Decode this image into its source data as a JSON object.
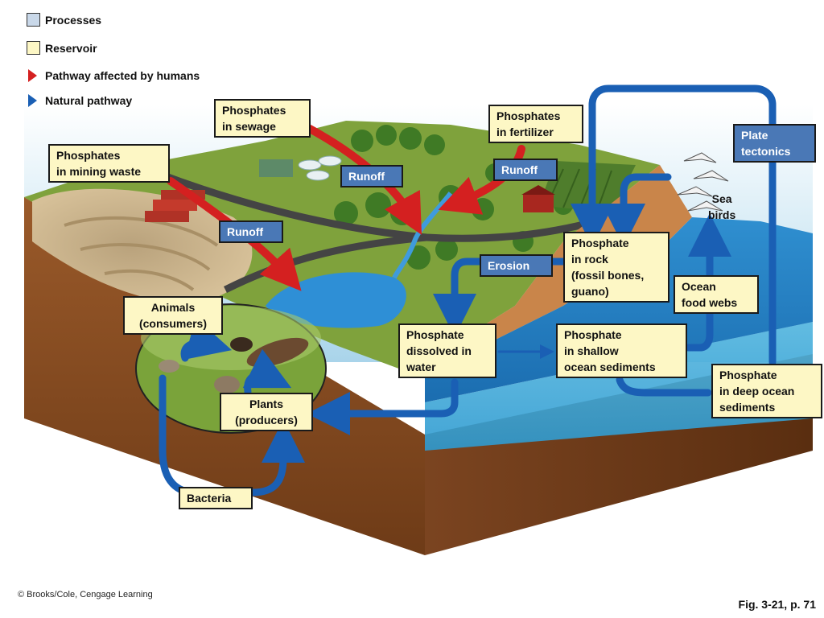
{
  "legend": {
    "processes": "Processes",
    "reservoir": "Reservoir",
    "human_pathway": "Pathway affected by humans",
    "natural_pathway": "Natural pathway",
    "colors": {
      "process": "#4a78b6",
      "reservoir": "#fdf7c5",
      "human": "#d42020",
      "natural": "#1a5fb4"
    }
  },
  "reservoirs": {
    "sewage": "Phosphates\nin sewage",
    "fertilizer": "Phosphates\nin fertilizer",
    "mining": "Phosphates\nin mining waste",
    "rock": "Phosphate\nin rock\n(fossil bones,\nguano)",
    "food_webs": "Ocean\nfood webs",
    "animals": "Animals\n(consumers)",
    "dissolved": "Phosphate\ndissolved in\nwater",
    "shallow": "Phosphate\nin shallow\nocean sediments",
    "deep": "Phosphate\nin deep ocean\nsediments",
    "plants": "Plants\n(producers)"
  },
  "processes": {
    "runoff_sewage": "Runoff",
    "runoff_fertilizer": "Runoff",
    "runoff_mining": "Runoff",
    "plate_tectonics": "Plate\ntectonics",
    "erosion": "Erosion",
    "bacteria": "Bacteria"
  },
  "sea_birds": "Sea\nbirds",
  "credit": "© Brooks/Cole, Cengage Learning",
  "figure": "Fig. 3-21, p. 71"
}
